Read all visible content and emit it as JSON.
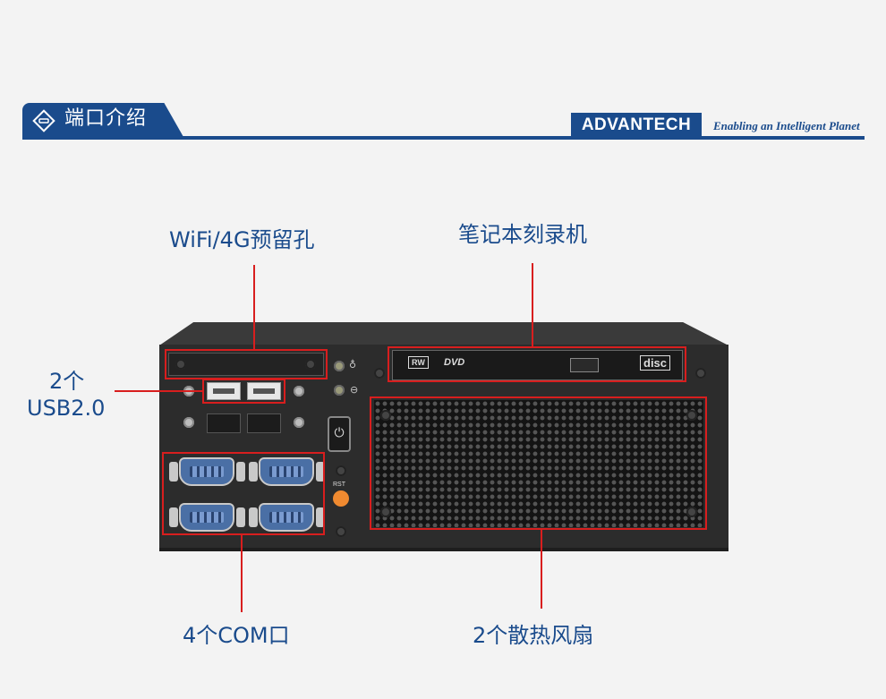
{
  "header": {
    "title": "端口介绍",
    "icon": "port-icon",
    "brand": "ADVANTECH",
    "slogan": "Enabling an Intelligent Planet",
    "accent_color": "#1a4b8c"
  },
  "labels": {
    "wifi": "WiFi/4G预留孔",
    "drive": "笔记本刻录机",
    "usb_count": "2个",
    "usb_type": "USB2.0",
    "com": "4个COM口",
    "fan": "2个散热风扇"
  },
  "device": {
    "rst_label": "RST",
    "power_symbol": "⏻",
    "drive_badges": [
      "RW",
      "DVD",
      "disc"
    ],
    "highlight_color": "#d81e1e"
  }
}
